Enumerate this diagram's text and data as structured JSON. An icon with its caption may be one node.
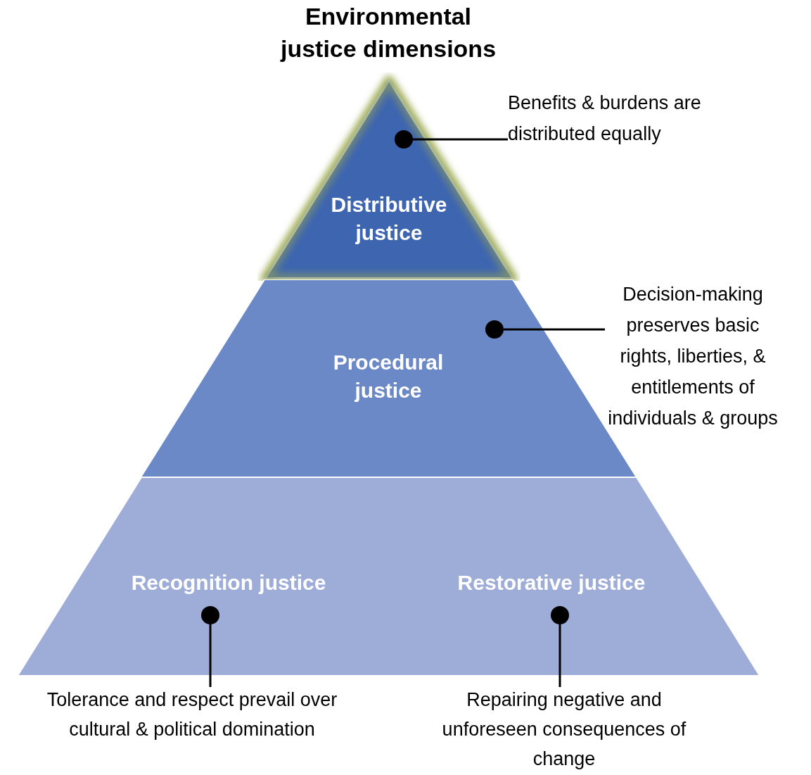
{
  "diagram": {
    "title": "Environmental justice dimensions",
    "nodes": [
      {
        "text": [
          "Distributive justice"
        ]
      },
      {
        "text": [],
        "shape": "circle",
        "in": 0
      },
      {
        "text": [
          "Procedural justice"
        ]
      },
      {
        "text": [],
        "shape": "circle",
        "in": 2
      },
      {
        "text": [
          "Recognition justice",
          "Restorative justice"
        ]
      },
      {
        "text": [],
        "shape": "circle",
        "in": 4
      },
      {
        "text": [],
        "shape": "circle",
        "in": 4
      },
      {
        "text": [
          "Benefits & burdens are distributed equally"
        ]
      },
      {
        "text": [
          "Decision-making preserves basic rights, liberties, & entitlements of individuals & groups"
        ]
      },
      {
        "text": [
          "Tolerance and respect prevail over cultural & political domination"
        ]
      },
      {
        "text": [
          "Repairing negative and unforeseen consequences of change"
        ]
      }
    ],
    "edges": [
      {
        "from": 7,
        "to": 1,
        "arrow": "none"
      },
      {
        "from": 8,
        "to": 3,
        "arrow": "none"
      },
      {
        "from": 9,
        "to": 5,
        "arrow": "none"
      },
      {
        "from": 10,
        "to": 6,
        "arrow": "none"
      }
    ]
  }
}
